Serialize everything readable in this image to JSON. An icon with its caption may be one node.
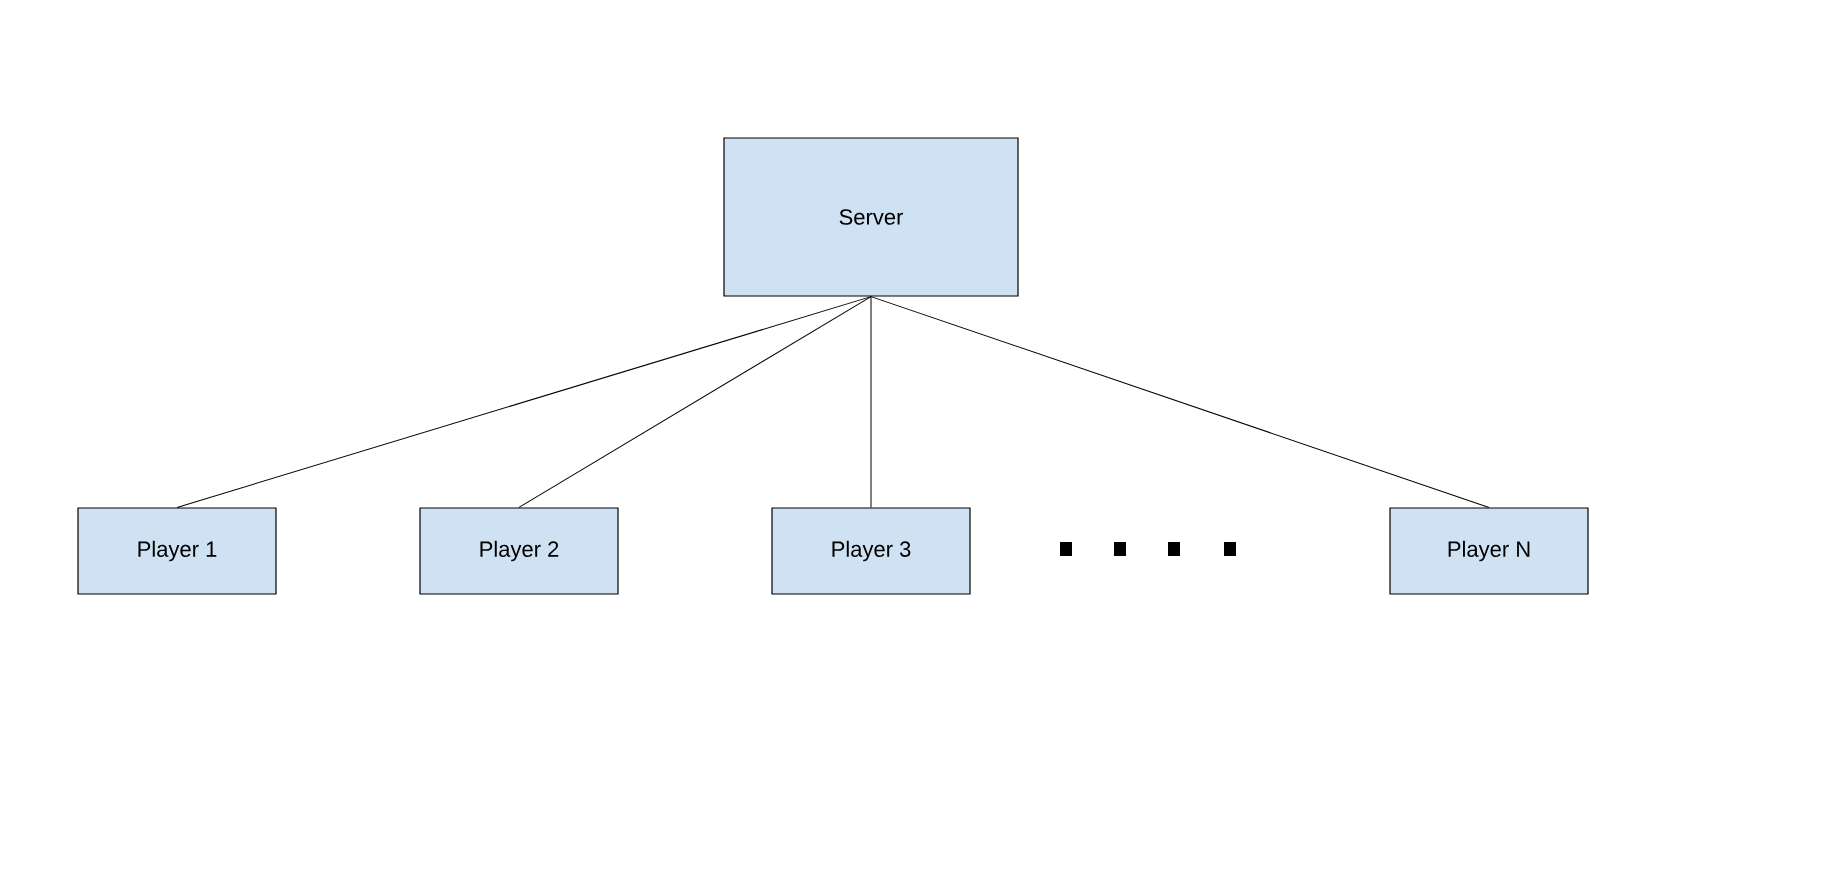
{
  "diagram": {
    "nodes": [
      {
        "text": [
          "Server"
        ]
      },
      {
        "text": [
          "Player 1"
        ]
      },
      {
        "text": [
          "Player 2"
        ]
      },
      {
        "text": [
          "Player 3"
        ]
      },
      {
        "text": [
          "Player N"
        ]
      }
    ],
    "edges": [
      {
        "from": 0,
        "to": 1,
        "arrow": "none"
      },
      {
        "from": 0,
        "to": 2,
        "arrow": "none"
      },
      {
        "from": 0,
        "to": 3,
        "arrow": "none"
      },
      {
        "from": 0,
        "to": 4,
        "arrow": "none"
      }
    ]
  }
}
